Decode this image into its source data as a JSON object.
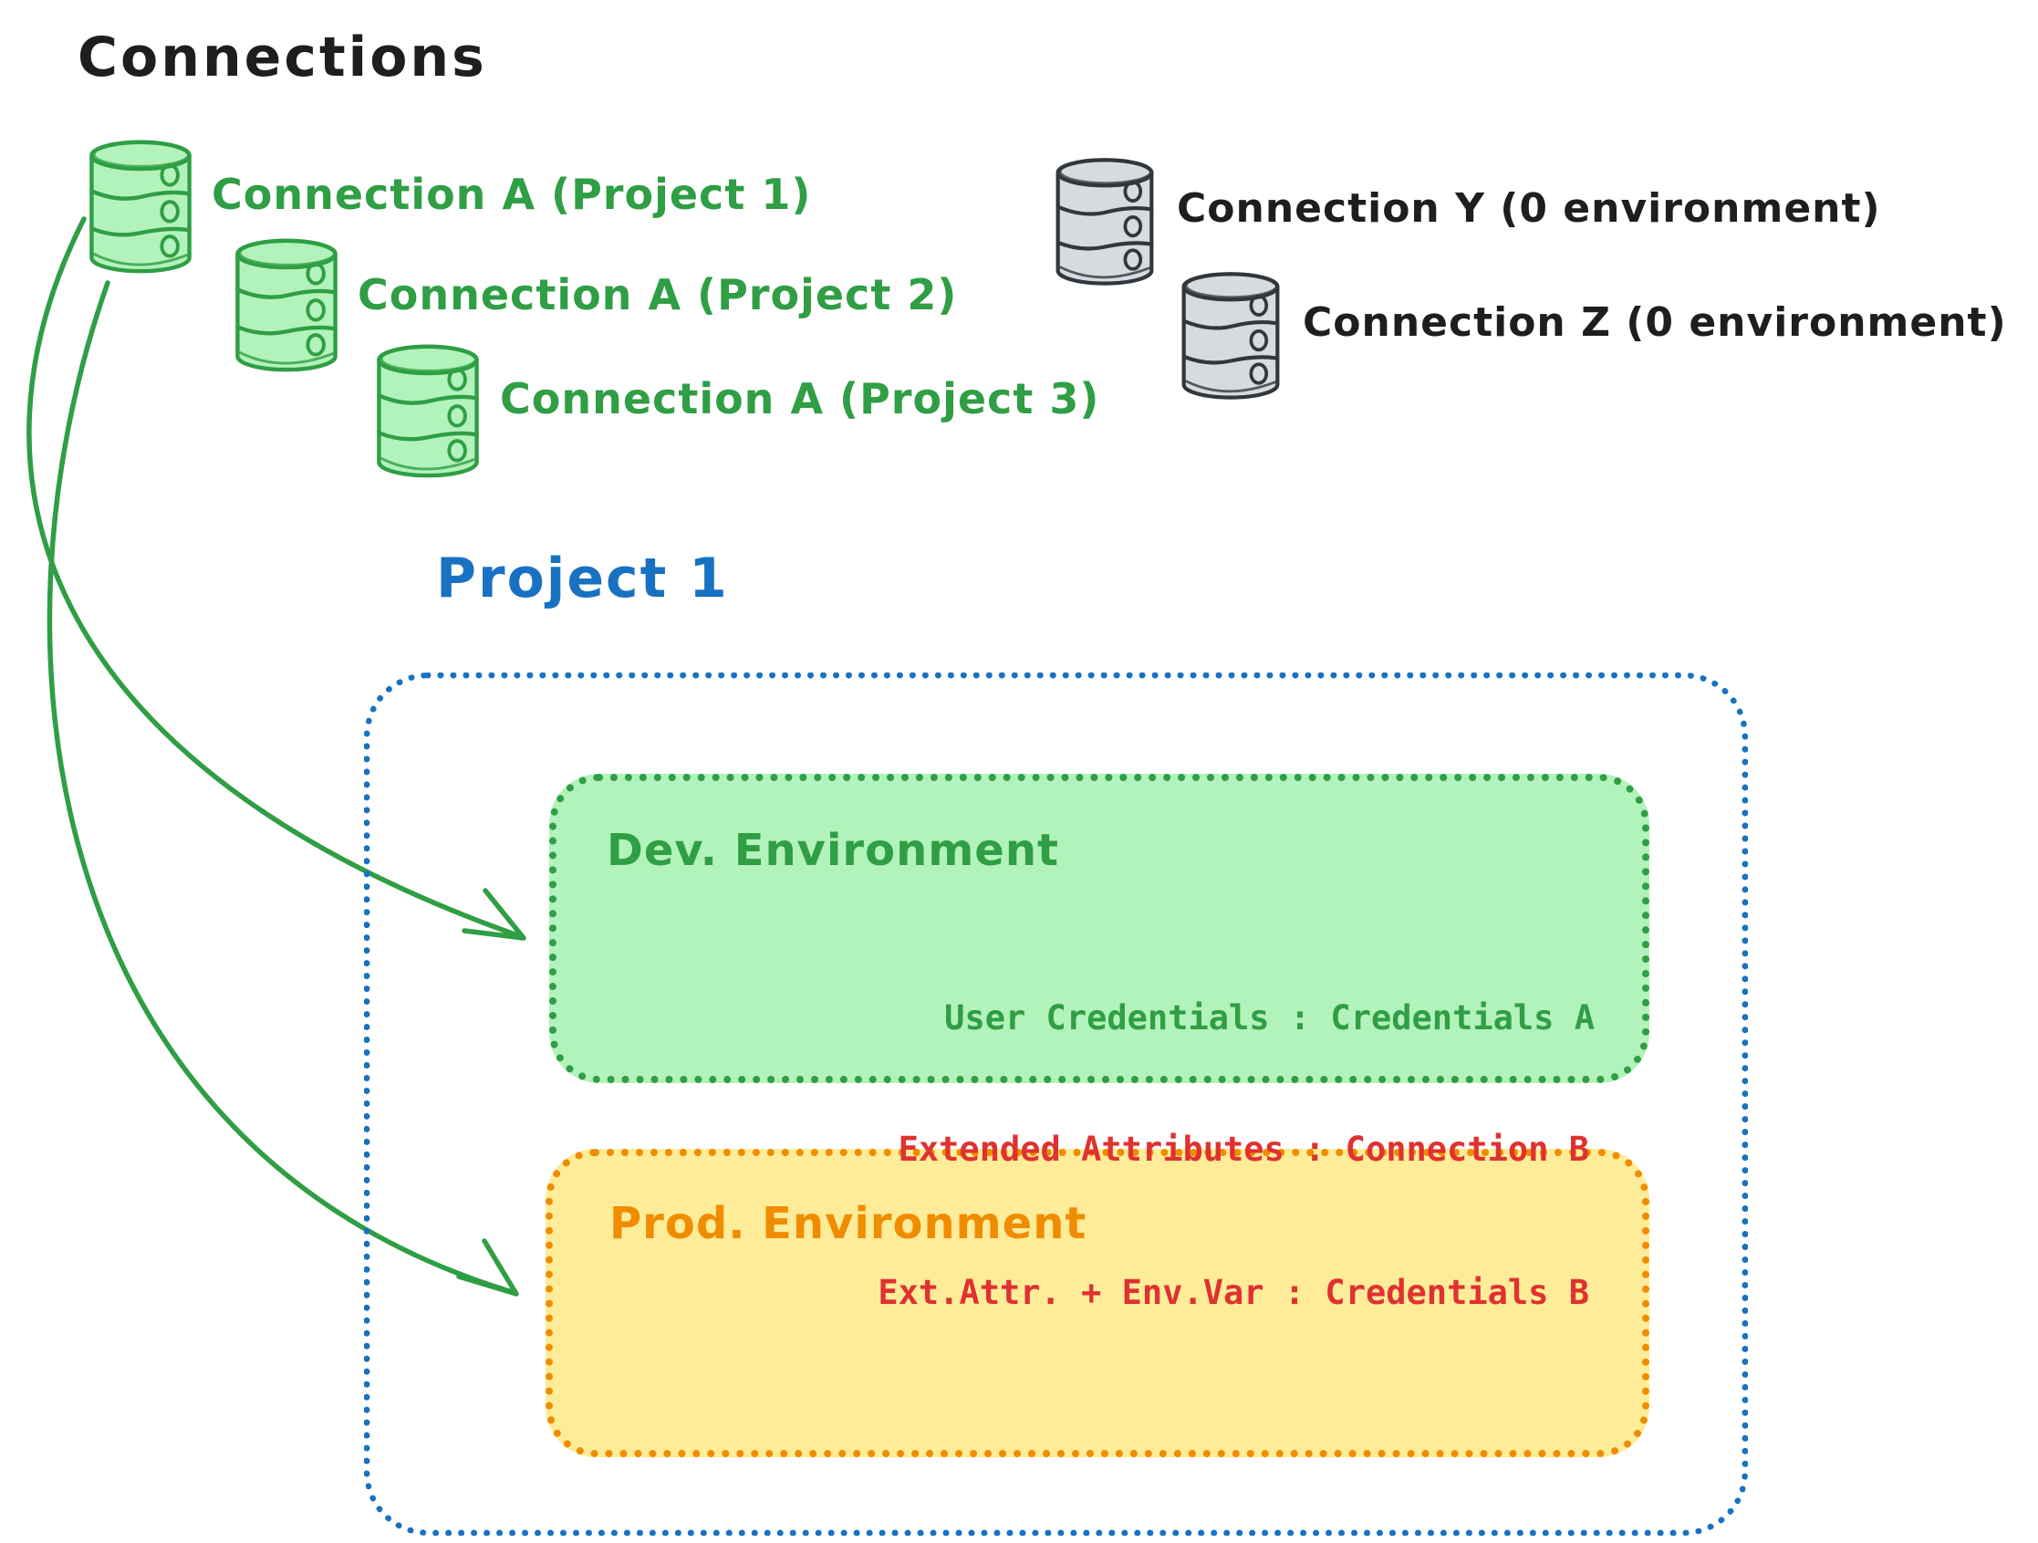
{
  "title": "Connections",
  "connections": {
    "project_a": [
      {
        "icon": "database-icon",
        "label": "Connection A (Project 1)"
      },
      {
        "icon": "database-icon",
        "label": "Connection A (Project 2)"
      },
      {
        "icon": "database-icon",
        "label": "Connection A (Project 3)"
      }
    ],
    "unassigned": [
      {
        "icon": "database-icon",
        "label": "Connection Y (0 environment)"
      },
      {
        "icon": "database-icon",
        "label": "Connection Z (0 environment)"
      }
    ]
  },
  "project": {
    "title": "Project 1",
    "dev_environment": {
      "title": "Dev. Environment",
      "mapping": "User Credentials : Credentials A"
    },
    "prod_environment": {
      "title": "Prod. Environment",
      "mappings": [
        "Extended Attributes : Connection B",
        "Ext.Attr. + Env.Var : Credentials B"
      ]
    }
  },
  "colors": {
    "green_stroke": "#2f9e44",
    "green_fill": "#b2f2bb",
    "blue": "#1971c2",
    "orange_stroke": "#f08c00",
    "yellow_fill": "#ffec99",
    "red_text": "#e03131",
    "black_text": "#1e1e1e",
    "gray_fill": "#d6dbdf",
    "gray_stroke": "#31373d"
  }
}
